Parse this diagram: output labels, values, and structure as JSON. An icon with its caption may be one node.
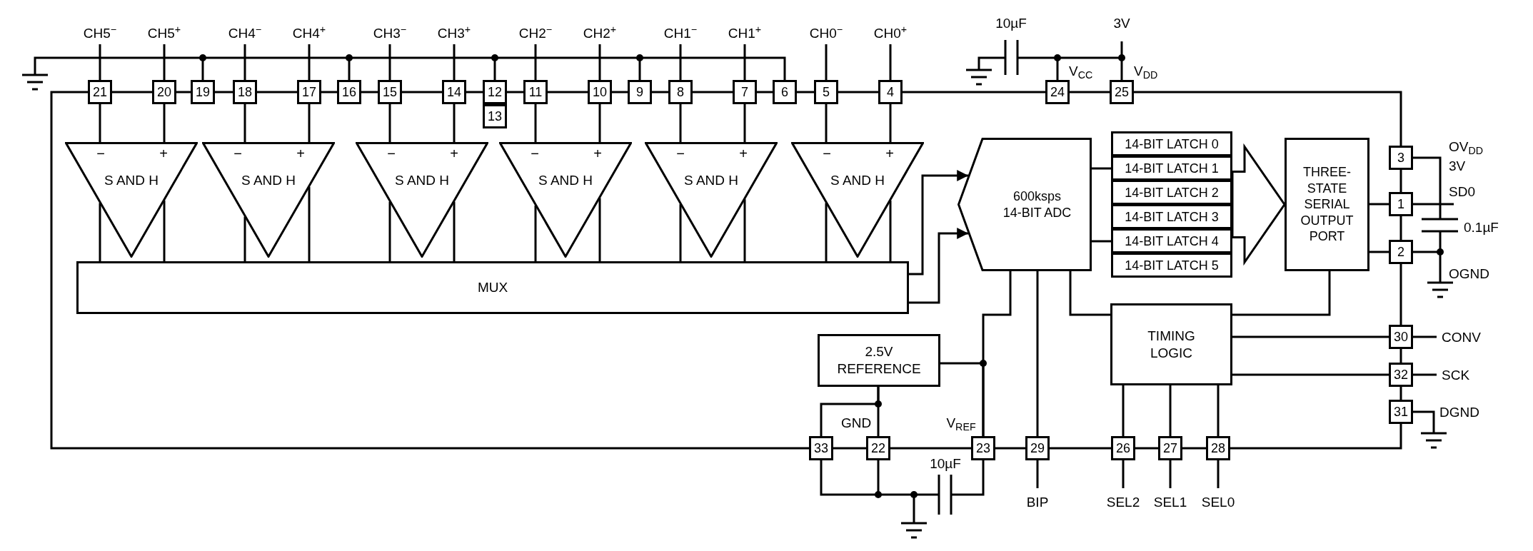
{
  "diagram": {
    "nodes": [
      {
        "text": [
          "21"
        ]
      },
      {
        "text": [
          "20"
        ]
      },
      {
        "text": [
          "19"
        ]
      },
      {
        "text": [
          "18"
        ]
      },
      {
        "text": [
          "17"
        ]
      },
      {
        "text": [
          "16"
        ]
      },
      {
        "text": [
          "15"
        ]
      },
      {
        "text": [
          "14"
        ]
      },
      {
        "text": [
          "12"
        ]
      },
      {
        "text": [
          "13"
        ]
      },
      {
        "text": [
          "11"
        ]
      },
      {
        "text": [
          "10"
        ]
      },
      {
        "text": [
          "9"
        ]
      },
      {
        "text": [
          "8"
        ]
      },
      {
        "text": [
          "7"
        ]
      },
      {
        "text": [
          "6"
        ]
      },
      {
        "text": [
          "5"
        ]
      },
      {
        "text": [
          "4"
        ]
      },
      {
        "text": [
          "24"
        ]
      },
      {
        "text": [
          "25"
        ]
      },
      {
        "text": [
          "−",
          "+",
          "S AND H"
        ]
      },
      {
        "text": [
          "−",
          "+",
          "S AND H"
        ]
      },
      {
        "text": [
          "−",
          "+",
          "S AND H"
        ]
      },
      {
        "text": [
          "−",
          "+",
          "S AND H"
        ]
      },
      {
        "text": [
          "−",
          "+",
          "S AND H"
        ]
      },
      {
        "text": [
          "−",
          "+",
          "S AND H"
        ]
      },
      {
        "text": [
          "600ksps",
          "14-BIT ADC"
        ]
      },
      {
        "text": [
          "14-BIT LATCH 0"
        ]
      },
      {
        "text": [
          "14-BIT LATCH 1"
        ]
      },
      {
        "text": [
          "14-BIT LATCH 2"
        ]
      },
      {
        "text": [
          "14-BIT LATCH 3"
        ]
      },
      {
        "text": [
          "14-BIT LATCH 4"
        ]
      },
      {
        "text": [
          "14-BIT LATCH 5"
        ]
      },
      {
        "text": [
          "THREE- STATE SERIAL OUTPUT PORT"
        ]
      },
      {
        "text": [
          "3"
        ]
      },
      {
        "text": [
          "1"
        ]
      },
      {
        "text": [
          "2"
        ]
      },
      {
        "text": [
          "MUX"
        ]
      },
      {
        "text": [
          "TIMING LOGIC"
        ]
      },
      {
        "text": [
          "30"
        ]
      },
      {
        "text": [
          "2.5V REFERENCE"
        ]
      },
      {
        "text": [
          "32"
        ]
      },
      {
        "text": [
          "31"
        ]
      },
      {
        "text": [
          "33"
        ]
      },
      {
        "text": [
          "22"
        ]
      },
      {
        "text": [
          "23"
        ]
      },
      {
        "text": [
          "29"
        ]
      },
      {
        "text": [
          "26"
        ]
      },
      {
        "text": [
          "27"
        ]
      },
      {
        "text": [
          "28"
        ]
      }
    ],
    "edges": [
      {
        "from": 0,
        "to": 20,
        "arrow": "none"
      },
      {
        "from": 1,
        "to": 20,
        "arrow": "none"
      },
      {
        "from": 3,
        "to": 21,
        "arrow": "none"
      },
      {
        "from": 4,
        "to": 21,
        "arrow": "none"
      },
      {
        "from": 6,
        "to": 22,
        "arrow": "none"
      },
      {
        "from": 7,
        "to": 22,
        "arrow": "none"
      },
      {
        "from": 10,
        "to": 23,
        "arrow": "none"
      },
      {
        "from": 11,
        "to": 23,
        "arrow": "none"
      },
      {
        "from": 13,
        "to": 24,
        "arrow": "none"
      },
      {
        "from": 14,
        "to": 24,
        "arrow": "none"
      },
      {
        "from": 16,
        "to": 25,
        "arrow": "none"
      },
      {
        "from": 17,
        "to": 25,
        "arrow": "none"
      },
      {
        "from": 20,
        "to": 37,
        "arrow": "none"
      },
      {
        "from": 20,
        "to": 37,
        "arrow": "none"
      },
      {
        "from": 21,
        "to": 37,
        "arrow": "none"
      },
      {
        "from": 21,
        "to": 37,
        "arrow": "none"
      },
      {
        "from": 22,
        "to": 37,
        "arrow": "none"
      },
      {
        "from": 22,
        "to": 37,
        "arrow": "none"
      },
      {
        "from": 23,
        "to": 37,
        "arrow": "none"
      },
      {
        "from": 23,
        "to": 37,
        "arrow": "none"
      },
      {
        "from": 24,
        "to": 37,
        "arrow": "none"
      },
      {
        "from": 24,
        "to": 37,
        "arrow": "none"
      },
      {
        "from": 25,
        "to": 37,
        "arrow": "none"
      },
      {
        "from": 25,
        "to": 37,
        "arrow": "none"
      },
      {
        "from": 37,
        "to": 26,
        "arrow": "to"
      },
      {
        "from": 37,
        "to": 26,
        "arrow": "to"
      },
      {
        "from": 26,
        "to": 28,
        "arrow": "none"
      },
      {
        "from": 26,
        "to": 31,
        "arrow": "none"
      },
      {
        "from": 29,
        "to": 33,
        "arrow": "to",
        "style": "thick"
      },
      {
        "from": 33,
        "to": 35,
        "arrow": "none"
      },
      {
        "from": 33,
        "to": 36,
        "arrow": "none"
      },
      {
        "from": 33,
        "to": 38,
        "arrow": "none"
      },
      {
        "from": 26,
        "to": 38,
        "arrow": "none"
      },
      {
        "from": 26,
        "to": 46,
        "arrow": "none"
      },
      {
        "from": 26,
        "to": 45,
        "arrow": "none"
      },
      {
        "from": 40,
        "to": 45,
        "arrow": "none"
      },
      {
        "from": 40,
        "to": 44,
        "arrow": "none"
      },
      {
        "from": 40,
        "to": 43,
        "arrow": "none"
      },
      {
        "from": 38,
        "to": 39,
        "arrow": "none"
      },
      {
        "from": 38,
        "to": 41,
        "arrow": "none"
      },
      {
        "from": 38,
        "to": 47,
        "arrow": "none"
      },
      {
        "from": 38,
        "to": 48,
        "arrow": "none"
      },
      {
        "from": 38,
        "to": 49,
        "arrow": "none"
      }
    ],
    "labels": [
      "CH5$^{−}$",
      "CH5$^{+}$",
      "CH4$^{−}$",
      "CH4$^{+}$",
      "CH3$^{−}$",
      "CH3$^{+}$",
      "CH2$^{−}$",
      "CH2$^{+}$",
      "CH1$^{−}$",
      "CH1$^{+}$",
      "CH0$^{−}$",
      "CH0$^{+}$",
      "10µF",
      "3V",
      "V$_{CC}$",
      "V$_{DD}$",
      "OV$_{DD}$",
      "3V",
      "SD0",
      "0.1µF",
      "OGND",
      "CONV",
      "SCK",
      "GND",
      "V$_{REF}$",
      "DGND",
      "10µF",
      "BIP",
      "SEL2",
      "SEL1",
      "SEL0"
    ]
  }
}
